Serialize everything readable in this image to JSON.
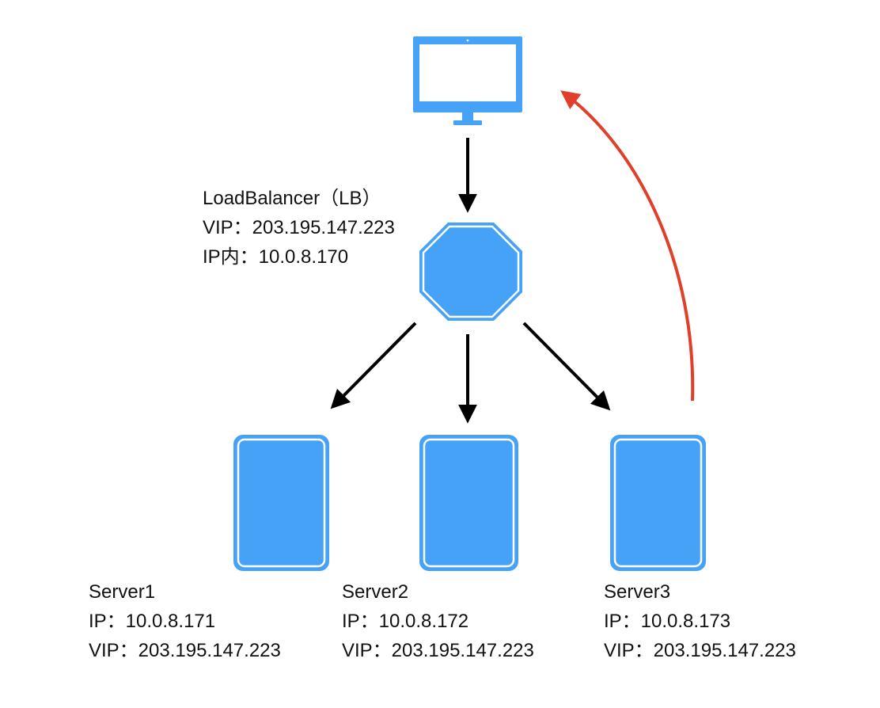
{
  "colors": {
    "node_fill": "#45a2f7",
    "node_stroke": "#45a2f7",
    "arrow_black": "#000000",
    "arrow_red": "#e0402a"
  },
  "client": {
    "icon": "monitor-icon"
  },
  "load_balancer": {
    "icon": "octagon-icon",
    "name": "LoadBalancer（LB）",
    "vip": "VIP：203.195.147.223",
    "ip": "IP内：10.0.8.170"
  },
  "servers": [
    {
      "icon": "server-icon",
      "name": "Server1",
      "ip": "IP：10.0.8.171",
      "vip": "VIP：203.195.147.223"
    },
    {
      "icon": "server-icon",
      "name": "Server2",
      "ip": "IP：10.0.8.172",
      "vip": "VIP：203.195.147.223"
    },
    {
      "icon": "server-icon",
      "name": "Server3",
      "ip": "IP：10.0.8.173",
      "vip": "VIP：203.195.147.223"
    }
  ]
}
